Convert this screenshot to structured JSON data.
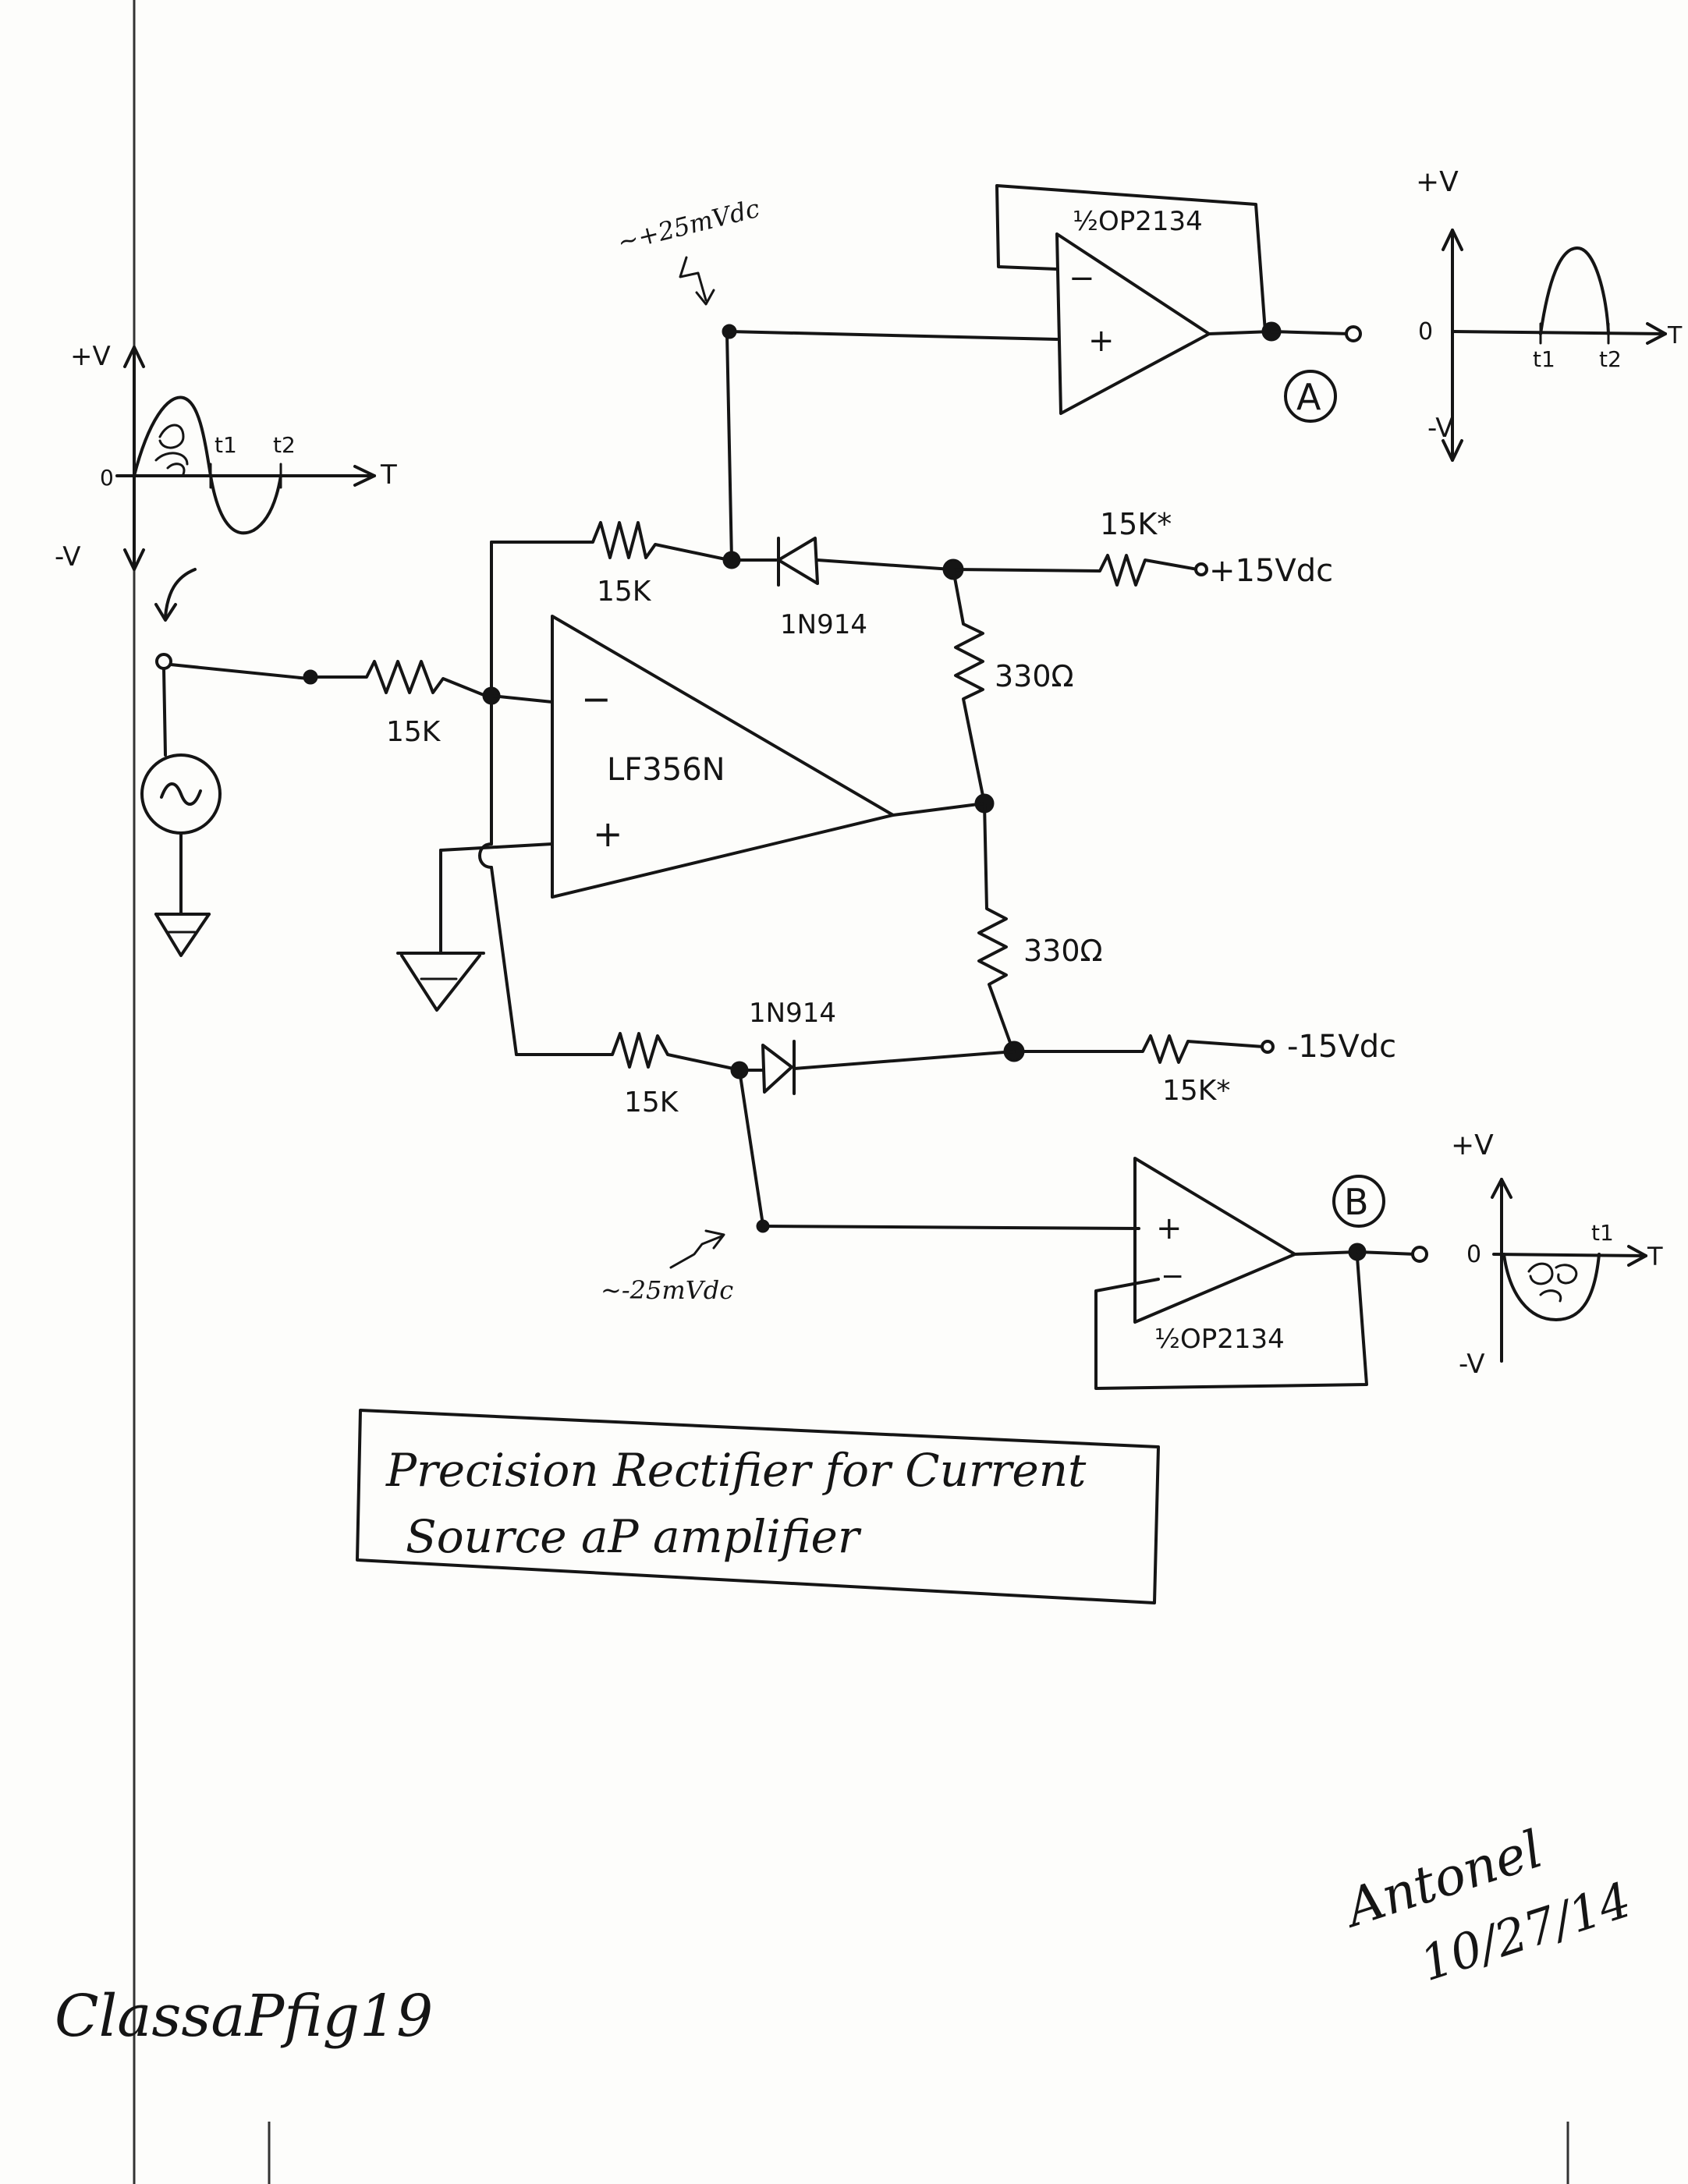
{
  "diagram": {
    "title_line_1": "Precision Rectifier for Current",
    "title_line_2": "Source aP amplifier",
    "figure_label": "ClassaPfig19",
    "signature": "Antonel",
    "date": "10/27/14"
  },
  "components": {
    "main_opamp": "LF356N",
    "buffer_a": "½OP2134",
    "buffer_b": "½OP2134",
    "diode_top": "1N914",
    "diode_bottom": "1N914",
    "r_input": "15K",
    "r_feedback_top": "15K",
    "r_feedback_bottom": "15K",
    "r_bias_top": "15K*",
    "r_bias_bottom": "15K*",
    "r_330_top": "330Ω",
    "r_330_bottom": "330Ω",
    "supply_pos": "+15Vdc",
    "supply_neg": "-15Vdc",
    "bias_top": "~+25mVdc",
    "bias_bottom": "~-25mVdc",
    "output_a": "A",
    "output_b": "B",
    "minus_sign": "−",
    "plus_sign": "+"
  },
  "waveforms": {
    "input": {
      "plus_v": "+V",
      "minus_v": "-V",
      "zero": "0",
      "t1": "t1",
      "t2": "t2",
      "t_axis": "T"
    },
    "output_a": {
      "plus_v": "+V",
      "minus_v": "-V",
      "zero": "0",
      "t1": "t1",
      "t2": "t2",
      "t_axis": "T"
    },
    "output_b": {
      "plus_v": "+V",
      "minus_v": "-V",
      "zero": "0",
      "t1": "t1",
      "t_axis": "T"
    }
  }
}
